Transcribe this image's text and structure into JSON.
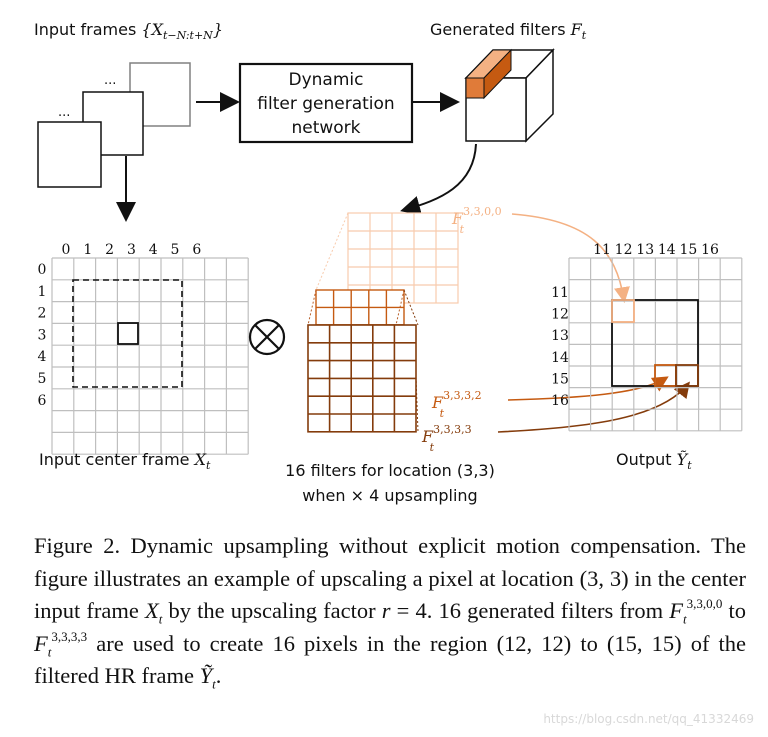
{
  "labels": {
    "input_frames": "Input frames",
    "input_frames_math": "{X",
    "input_frames_sub": "t−N:t+N",
    "input_frames_close": "}",
    "generated_filters": "Generated filters",
    "generated_filters_math": "F",
    "generated_filters_sub": "t",
    "network_line1": "Dynamic",
    "network_line2": "filter generation",
    "network_line3": "network",
    "input_center_frame": "Input center frame",
    "input_center_math": "X",
    "input_center_sub": "t",
    "filters_line1": "16 filters for location (3,3)",
    "filters_line2": "when × 4 upsampling",
    "output": "Output",
    "output_math": "Ỹ",
    "output_sub": "t",
    "f_base": "F",
    "f_sub": "t",
    "f0000": "3,3,0,0",
    "f3332": "3,3,3,2",
    "f3333": "3,3,3,3",
    "ellipsis": "..."
  },
  "input_grid": {
    "col_labels": [
      "0",
      "1",
      "2",
      "3",
      "4",
      "5",
      "6"
    ],
    "row_labels": [
      "0",
      "1",
      "2",
      "3",
      "4",
      "5",
      "6"
    ]
  },
  "output_grid": {
    "col_labels": [
      "11",
      "12",
      "13",
      "14",
      "15",
      "16"
    ],
    "row_labels": [
      "11",
      "12",
      "13",
      "14",
      "15",
      "16"
    ]
  },
  "caption": {
    "p1": "Figure 2. Dynamic upsampling without explicit motion compensation. The figure illustrates an example of upscaling a pixel at location (3, 3) in the center input frame",
    "p1_math": "X",
    "p1_sub": "t",
    "p2": "by the upscaling factor",
    "p2_math": "r",
    "p3": "= 4. 16 generated filters from",
    "p4": "to",
    "p5": "are used to create 16 pixels in the region (12, 12) to (15, 15) of the filtered HR frame",
    "p5_math": "Ỹ",
    "p5_sub": "t",
    "p6": ".",
    "f_base": "F",
    "f_sub": "t",
    "f_sup_first": "3,3,0,0",
    "f_sup_last": "3,3,3,3"
  },
  "watermark": "https://blog.csdn.net/qq_41332469",
  "colors": {
    "orange": "#e07b39",
    "orange_dark": "#c55a11",
    "peach": "#f4b183",
    "brown": "#843c0c",
    "brown_mid": "#b8602a",
    "grid": "#bfbfbf"
  }
}
